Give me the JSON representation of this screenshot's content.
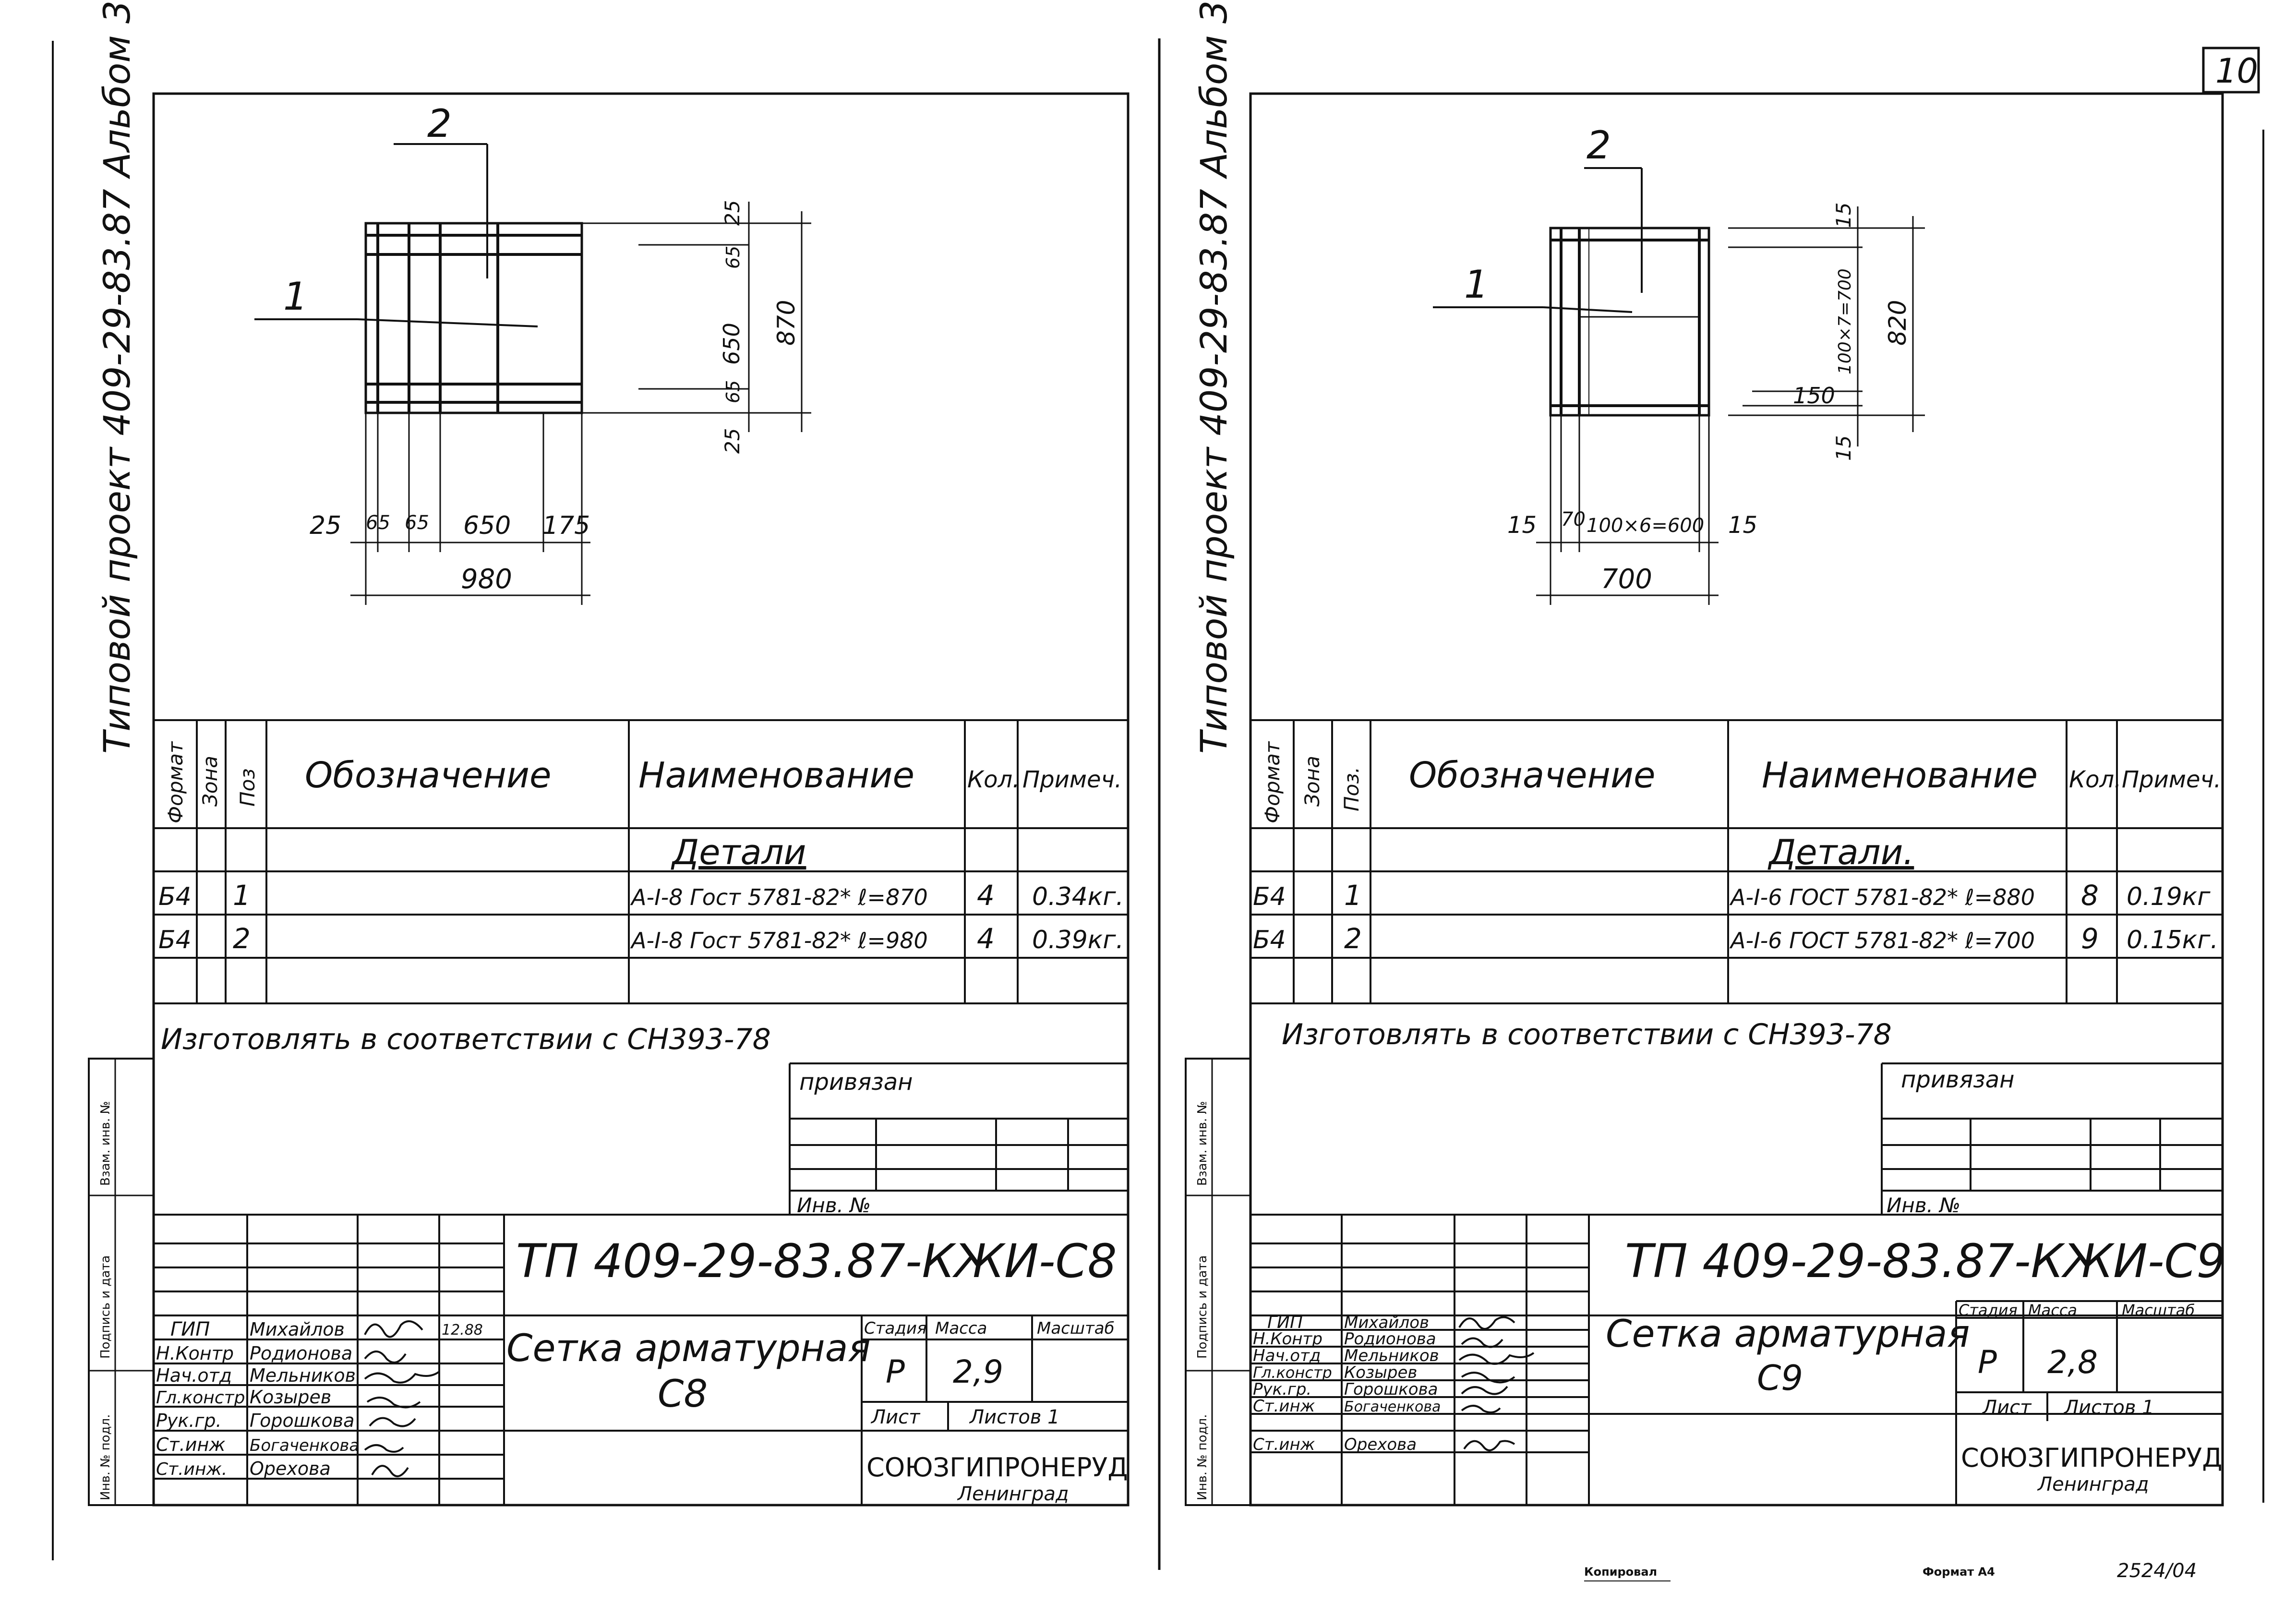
{
  "page": {
    "sheet_number": "10",
    "copied_label": "Копировал",
    "format_label": "Формат А4",
    "format_stamp": "2524/04"
  },
  "sheets": [
    {
      "side_title": "Типовой проект 409-29-83.87 Альбом 3",
      "margin_stamp": [
        "Инв. № подл.",
        "Подпись и дата",
        "Взам. инв. №"
      ],
      "drawing": {
        "leaders": [
          "1",
          "2"
        ],
        "dims_bottom": [
          "25",
          "65",
          "65",
          "650",
          "175"
        ],
        "dim_total_width": "980",
        "dims_right": [
          "25",
          "65",
          "650",
          "65",
          "25"
        ],
        "dim_total_height": "870"
      },
      "spec_table": {
        "headers": [
          "Формат",
          "Зона",
          "Поз",
          "Обозначение",
          "Наименование",
          "Кол.",
          "Примеч."
        ],
        "section": "Детали",
        "rows": [
          {
            "format": "Б4",
            "zone": "",
            "pos": "1",
            "designation": "",
            "name": "A-I-8 Гост 5781-82* ℓ=870",
            "qty": "4",
            "note": "0.34кг."
          },
          {
            "format": "Б4",
            "zone": "",
            "pos": "2",
            "designation": "",
            "name": "A-I-8 Гост 5781-82* ℓ=980",
            "qty": "4",
            "note": "0.39кг."
          }
        ]
      },
      "note": "Изготовлять в соответствии с СН393-78",
      "bound": {
        "label": "привязан",
        "inv_label": "Инв. №"
      },
      "title_block": {
        "code": "ТП 409-29-83.87-КЖИ-С8",
        "title_line1": "Сетка арматурная",
        "title_line2": "С8",
        "date": "12.88",
        "staff": [
          {
            "role": "ГИП",
            "name": "Михайлов"
          },
          {
            "role": "Н.Контр",
            "name": "Родионова"
          },
          {
            "role": "Нач.отд",
            "name": "Мельников"
          },
          {
            "role": "Гл.констр",
            "name": "Козырев"
          },
          {
            "role": "Рук.гр.",
            "name": "Горошкова"
          },
          {
            "role": "Ст.инж",
            "name": "Богаченкова"
          },
          {
            "role": "Ст.инж.",
            "name": "Орехова"
          }
        ],
        "stage_header": "Стадия",
        "mass_header": "Масса",
        "scale_header": "Масштаб",
        "stage": "Р",
        "mass": "2,9",
        "sheet_label": "Лист",
        "sheets_label": "Листов 1",
        "org": "СОЮЗГИПРОНЕРУД",
        "city": "Ленинград"
      }
    },
    {
      "side_title": "Типовой проект 409-29-83.87 Альбом 3",
      "margin_stamp": [
        "Инв. № подл.",
        "Подпись и дата",
        "Взам. инв. №"
      ],
      "drawing": {
        "leaders": [
          "1",
          "2"
        ],
        "dims_bottom": [
          "15",
          "70",
          "100×6=600",
          "15"
        ],
        "dim_total_width": "700",
        "dims_right": [
          "15",
          "100×7=700",
          "15"
        ],
        "dim_inner": "150",
        "dim_total_height": "820"
      },
      "spec_table": {
        "headers": [
          "Формат",
          "Зона",
          "Поз.",
          "Обозначение",
          "Наименование",
          "Кол.",
          "Примеч."
        ],
        "section": "Детали.",
        "rows": [
          {
            "format": "Б4",
            "zone": "",
            "pos": "1",
            "designation": "",
            "name": "A-I-6 ГОСТ 5781-82* ℓ=880",
            "qty": "8",
            "note": "0.19кг"
          },
          {
            "format": "Б4",
            "zone": "",
            "pos": "2",
            "designation": "",
            "name": "A-I-6 ГОСТ 5781-82* ℓ=700",
            "qty": "9",
            "note": "0.15кг."
          }
        ]
      },
      "note": "Изготовлять в соответствии с СН393-78",
      "bound": {
        "label": "привязан",
        "inv_label": "Инв. №"
      },
      "title_block": {
        "code": "ТП 409-29-83.87-КЖИ-С9",
        "title_line1": "Сетка арматурная",
        "title_line2": "С9",
        "date": "",
        "staff": [
          {
            "role": "ГИП",
            "name": "Михайлов"
          },
          {
            "role": "Н.Контр",
            "name": "Родионова"
          },
          {
            "role": "Нач.отд",
            "name": "Мельников"
          },
          {
            "role": "Гл.констр",
            "name": "Козырев"
          },
          {
            "role": "Рук.гр.",
            "name": "Горошкова"
          },
          {
            "role": "Ст.инж",
            "name": "Богаченкова"
          },
          {
            "role": "Ст.инж",
            "name": "Орехова"
          }
        ],
        "stage_header": "Стадия",
        "mass_header": "Масса",
        "scale_header": "Масштаб",
        "stage": "Р",
        "mass": "2,8",
        "sheet_label": "Лист",
        "sheets_label": "Листов 1",
        "org": "СОЮЗГИПРОНЕРУД",
        "city": "Ленинград"
      }
    }
  ]
}
